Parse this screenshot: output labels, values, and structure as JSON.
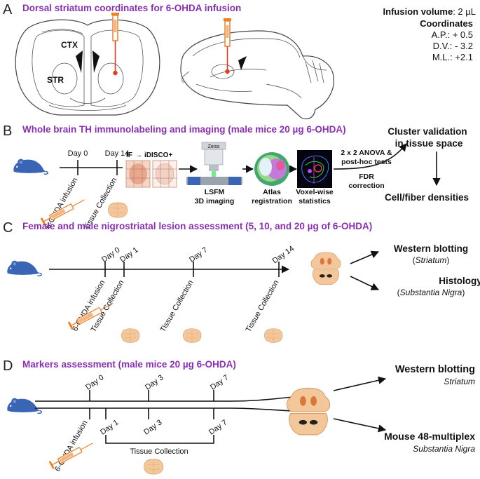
{
  "panels": {
    "a": {
      "letter": "A",
      "title": "Dorsal striatum coordinates for 6-OHDA infusion",
      "ctx_label": "CTX",
      "str_label": "STR",
      "volume_label": "Infusion volume",
      "volume_value": ": 2 µL",
      "coords_title": "Coordinates",
      "ap": "A.P.: + 0.5",
      "dv": "D.V.: - 3.2",
      "ml": "M.L.: +2.1"
    },
    "b": {
      "letter": "B",
      "title": "Whole brain TH immunolabeling and imaging (male mice 20 µg 6-OHDA)",
      "day0": "Day 0",
      "day14": "Day 14",
      "infusion": "6-OHDA infusion",
      "collection": "Tissue Collection",
      "if_label": "IF",
      "arrow": "→",
      "idisco": "iDISCO+",
      "zeiss": "Zeiss",
      "lsfm1": "LSFM",
      "lsfm2": "3D imaging",
      "atlas1": "Atlas",
      "atlas2": "registration",
      "voxel1": "Voxel-wise",
      "voxel2": "statistics",
      "anova1": "2 x 2 ANOVA &",
      "anova2": "post-hoc tests",
      "fdr1": "FDR",
      "fdr2": "correction",
      "cluster1": "Cluster validation",
      "cluster2": "in tissue space",
      "densities": "Cell/fiber densities"
    },
    "c": {
      "letter": "C",
      "title": "Female and male nigrostriatal lesion assessment (5, 10, and 20 µg of 6-OHDA)",
      "day0": "Day 0",
      "day1": "Day 1",
      "day7": "Day 7",
      "day14": "Day 14",
      "infusion": "6-OHDA infusion",
      "collection": "Tissue Collection",
      "wb": "Western blotting",
      "wb_sub": "Striatum",
      "histo": "Histology",
      "histo_sub": "Substantia Nigra",
      "paren_open": "(",
      "paren_close": ")"
    },
    "d": {
      "letter": "D",
      "title": "Markers assessment (male mice 20 µg 6-OHDA)",
      "day0": "Day 0",
      "day3": "Day 3",
      "day7": "Day 7",
      "day1": "Day 1",
      "infusion": "6-OHDA infusion",
      "collection": "Tissue Collection",
      "wb": "Western blotting",
      "wb_sub": "Striatum",
      "mp": "Mouse 48-multiplex",
      "mp_sub": "Substantia Nigra"
    }
  },
  "colors": {
    "title": "#8a2fb3",
    "mouse": "#3a64b4",
    "syringe": "#e8832a",
    "tissue": "#f4c79a",
    "needle_dot": "#e53a1e"
  },
  "icons": [
    "mouse-icon",
    "syringe-icon",
    "tissue-icon",
    "brain-section-icon",
    "microscope-icon"
  ]
}
